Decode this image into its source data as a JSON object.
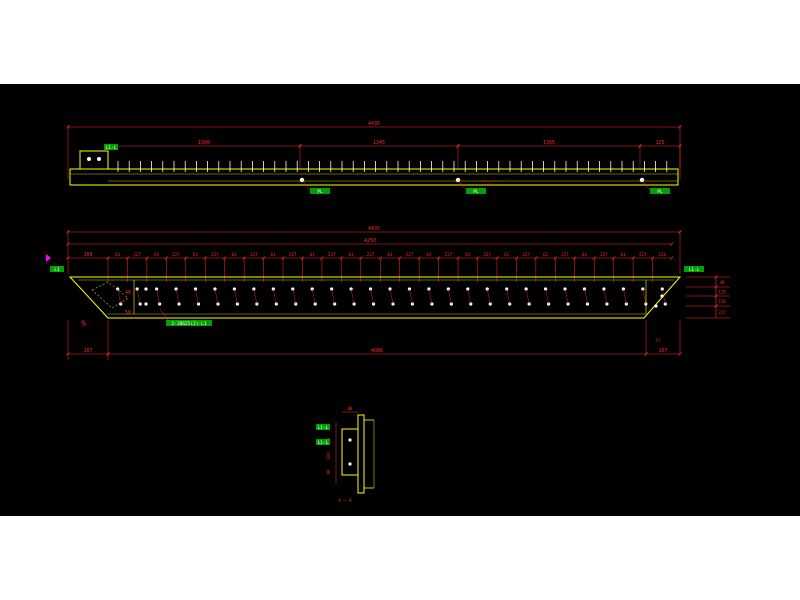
{
  "colors": {
    "background": "#000000",
    "page": "#ffffff",
    "dimension": "#ff2a2a",
    "outline": "#ffff00",
    "outline_dark": "#c8c800",
    "tag_fill": "#00a000",
    "tag_text": "#ffffff",
    "bolt": "#ffffff",
    "marker": "#ff00ff"
  },
  "top_view": {
    "overall_length": "4435",
    "segment_dims": [
      "1560",
      "1345",
      "1365",
      "125"
    ],
    "tags": [
      "L1-L",
      "PL",
      "PL",
      "PL"
    ],
    "notch_label": "?"
  },
  "front_view": {
    "overall_length": "4435",
    "inner_length": "4250",
    "bottom_length": "4086",
    "left_end": "167",
    "right_end": "167",
    "left_offset": "160",
    "pitch_labels": [
      "61",
      "227",
      "61",
      "227",
      "61",
      "227",
      "61",
      "227",
      "61",
      "227",
      "61",
      "227",
      "61",
      "227",
      "61",
      "227",
      "61",
      "227",
      "61",
      "227",
      "61",
      "227",
      "61",
      "227",
      "61",
      "227",
      "61",
      "227",
      "126"
    ],
    "left_tag": "L1",
    "right_tag": "L1-L",
    "bottom_tag": "2-1B625(2)-L1",
    "right_vertical_dims": [
      "40",
      "120",
      "150",
      "227"
    ],
    "bevel_dims": [
      "90",
      "40",
      "50"
    ]
  },
  "section_view": {
    "title": "A — A",
    "tags": [
      "L1-L",
      "L1-L"
    ],
    "dims": [
      "80",
      "60",
      "100",
      "80"
    ]
  }
}
